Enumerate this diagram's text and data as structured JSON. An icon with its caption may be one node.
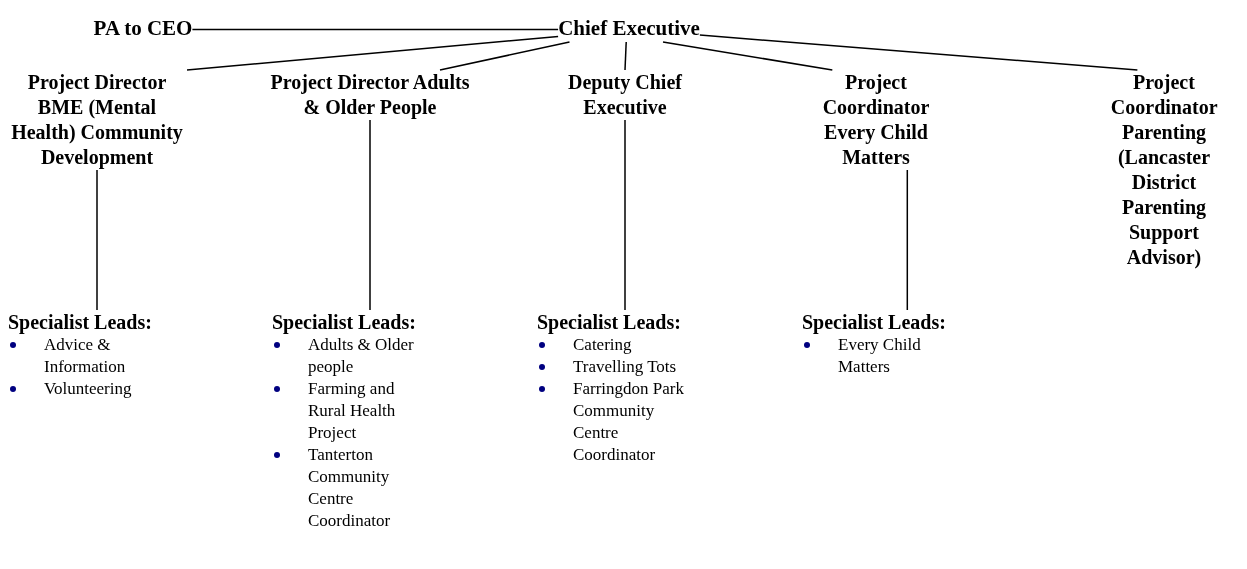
{
  "diagram": {
    "nodes": [
      {
        "text": [
          "Chief Executive"
        ]
      },
      {
        "text": [
          "PA to CEO"
        ]
      },
      {
        "text": [
          "Project Director BME (Mental Health) Community Development"
        ]
      },
      {
        "text": [
          "Project Director Adults & Older People"
        ]
      },
      {
        "text": [
          "Deputy Chief Executive"
        ]
      },
      {
        "text": [
          "Project Coordinator Every Child Matters"
        ]
      },
      {
        "text": [
          "Project Coordinator Parenting (Lancaster District Parenting Support Advisor)"
        ]
      },
      {
        "text": [
          "Specialist Leads:",
          "Advice & Information",
          "Volunteering"
        ]
      },
      {
        "text": [
          "Specialist Leads:",
          "Adults & Older people",
          "Farming and Rural Health Project",
          "Tanterton Community Centre Coordinator"
        ]
      },
      {
        "text": [
          "Specialist Leads:",
          "Catering",
          "Travelling Tots",
          "Farringdon Park Community Centre Coordinator"
        ]
      },
      {
        "text": [
          "Specialist Leads:",
          "Every Child Matters"
        ]
      }
    ],
    "edges": [
      {
        "from": 1,
        "to": 0,
        "arrow": "none"
      },
      {
        "from": 0,
        "to": 2,
        "arrow": "none"
      },
      {
        "from": 0,
        "to": 3,
        "arrow": "none"
      },
      {
        "from": 0,
        "to": 4,
        "arrow": "none"
      },
      {
        "from": 0,
        "to": 5,
        "arrow": "none"
      },
      {
        "from": 0,
        "to": 6,
        "arrow": "none"
      },
      {
        "from": 2,
        "to": 7,
        "arrow": "none"
      },
      {
        "from": 3,
        "to": 8,
        "arrow": "none"
      },
      {
        "from": 4,
        "to": 9,
        "arrow": "none"
      },
      {
        "from": 5,
        "to": 10,
        "arrow": "none"
      }
    ]
  }
}
